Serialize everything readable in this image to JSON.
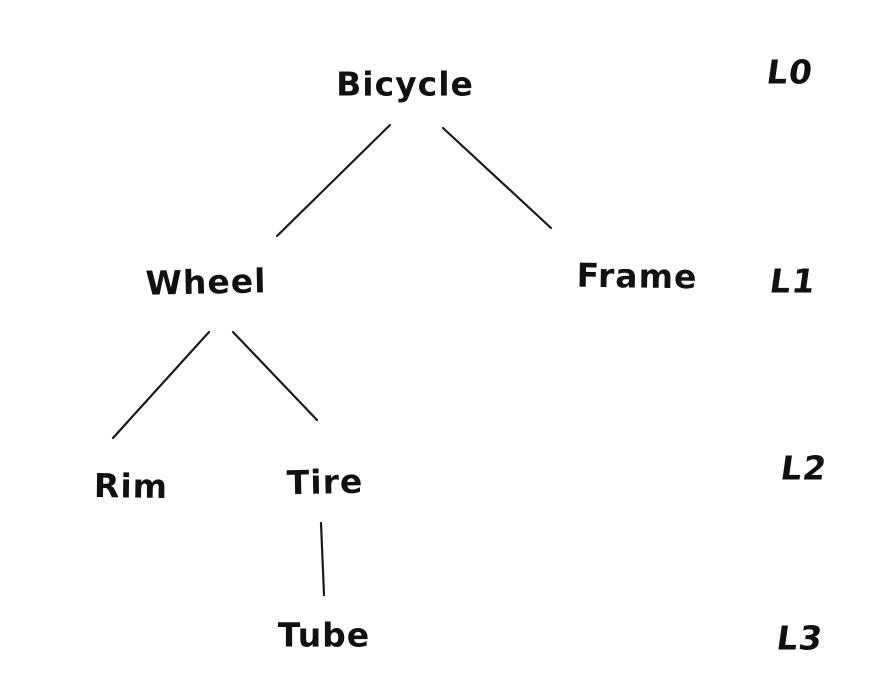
{
  "figure": {
    "type": "tree-diagram",
    "style": "hand-drawn",
    "ink_color": "#1a1a1a",
    "background_color": "#ffffff",
    "nodes": [
      {
        "id": "bicycle",
        "label": "Bicycle",
        "level": 0
      },
      {
        "id": "wheel",
        "label": "Wheel",
        "level": 1
      },
      {
        "id": "frame",
        "label": "Frame",
        "level": 1
      },
      {
        "id": "rim",
        "label": "Rim",
        "level": 2
      },
      {
        "id": "tire",
        "label": "Tire",
        "level": 2
      },
      {
        "id": "tube",
        "label": "Tube",
        "level": 3
      }
    ],
    "edges": [
      {
        "from": "bicycle",
        "to": "wheel"
      },
      {
        "from": "bicycle",
        "to": "frame"
      },
      {
        "from": "wheel",
        "to": "rim"
      },
      {
        "from": "wheel",
        "to": "tire"
      },
      {
        "from": "tire",
        "to": "tube"
      }
    ],
    "level_labels": [
      {
        "id": "l0",
        "label": "L0"
      },
      {
        "id": "l1",
        "label": "L1"
      },
      {
        "id": "l2",
        "label": "L2"
      },
      {
        "id": "l3",
        "label": "L3"
      }
    ]
  }
}
